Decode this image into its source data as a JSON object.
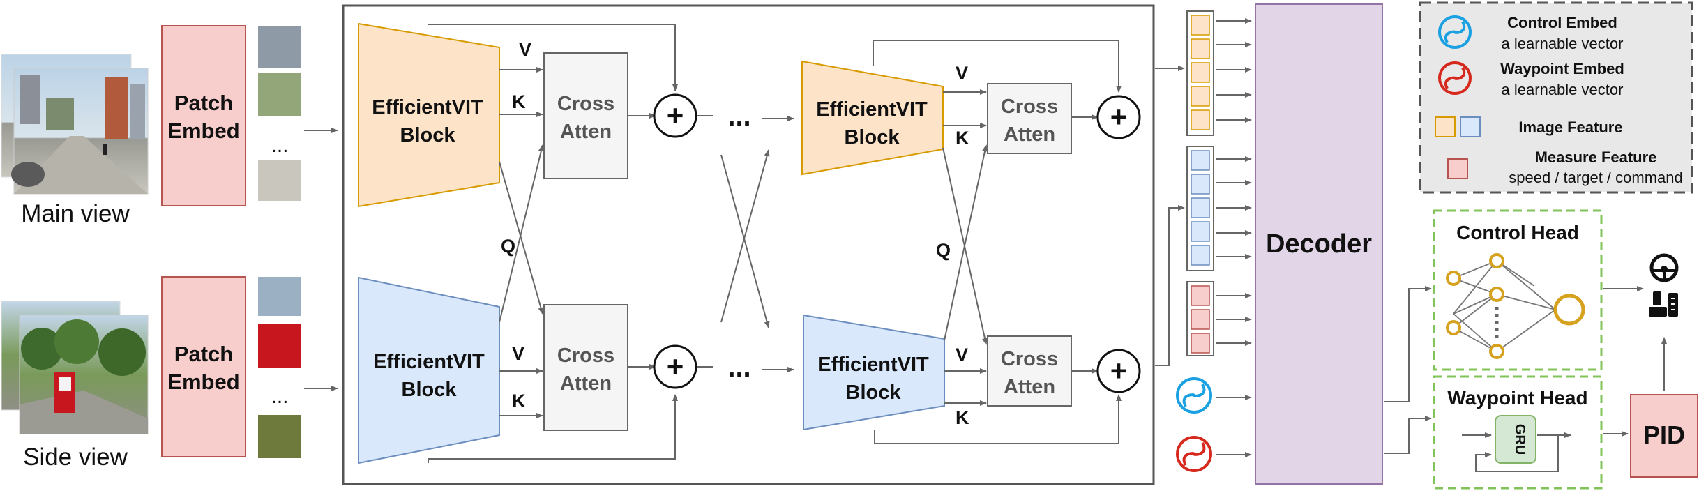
{
  "inputs": {
    "main_view_label": "Main view",
    "side_view_label": "Side view",
    "patch_embed_line1": "Patch",
    "patch_embed_line2": "Embed",
    "patch_ellipsis": "..."
  },
  "backbone": {
    "block_line1": "EfficientVIT",
    "block_line2": "Block",
    "cross_line1": "Cross",
    "cross_line2": "Atten",
    "v_label": "V",
    "k_label": "K",
    "q_label": "Q",
    "plus_symbol": "+",
    "ellipsis": "..."
  },
  "decoder": {
    "label": "Decoder"
  },
  "legend": {
    "control_embed_title": "Control Embed",
    "control_embed_sub": "a learnable vector",
    "waypoint_embed_title": "Waypoint Embed",
    "waypoint_embed_sub": "a learnable vector",
    "image_feature": "Image Feature",
    "measure_feature_title": "Measure Feature",
    "measure_feature_sub": "speed / target / command"
  },
  "heads": {
    "control_head": "Control Head",
    "waypoint_head": "Waypoint Head",
    "gru": "GRU",
    "pid": "PID"
  },
  "colors": {
    "orange_fill": "#fde3c8",
    "orange_stroke": "#d79b00",
    "blue_fill": "#dae8fc",
    "blue_stroke": "#6c8ebf",
    "red_fill": "#f8cecc",
    "red_stroke": "#b85450",
    "decoder_fill": "#e1d5e7",
    "decoder_stroke": "#9673a6",
    "gray_fill": "#f5f5f5",
    "legend_fill": "#e8e8e8",
    "green_dash": "#82c35a",
    "gru_fill": "#d5e8d4",
    "node_gold": "#d6a21e",
    "control_embed_color": "#1ba1e2",
    "waypoint_embed_color": "#d6281c"
  },
  "icons": [
    "steering-wheel-icon",
    "pedals-icon"
  ]
}
